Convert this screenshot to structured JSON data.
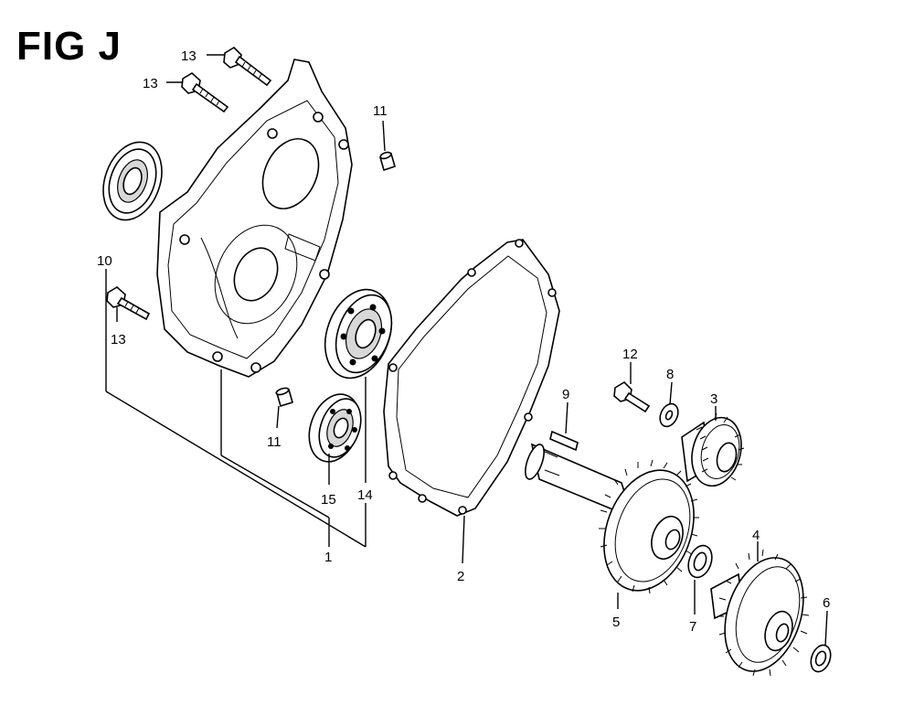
{
  "figure": {
    "title": "FIG J"
  },
  "callouts": [
    {
      "id": "c13a",
      "label": "13"
    },
    {
      "id": "c13b",
      "label": "13"
    },
    {
      "id": "c11a",
      "label": "11"
    },
    {
      "id": "c10",
      "label": "10"
    },
    {
      "id": "c13c",
      "label": "13"
    },
    {
      "id": "c11b",
      "label": "11"
    },
    {
      "id": "c15",
      "label": "15"
    },
    {
      "id": "c14",
      "label": "14"
    },
    {
      "id": "c1",
      "label": "1"
    },
    {
      "id": "c2",
      "label": "2"
    },
    {
      "id": "c12",
      "label": "12"
    },
    {
      "id": "c8",
      "label": "8"
    },
    {
      "id": "c9",
      "label": "9"
    },
    {
      "id": "c3",
      "label": "3"
    },
    {
      "id": "c5",
      "label": "5"
    },
    {
      "id": "c4",
      "label": "4"
    },
    {
      "id": "c7",
      "label": "7"
    },
    {
      "id": "c6",
      "label": "6"
    }
  ]
}
